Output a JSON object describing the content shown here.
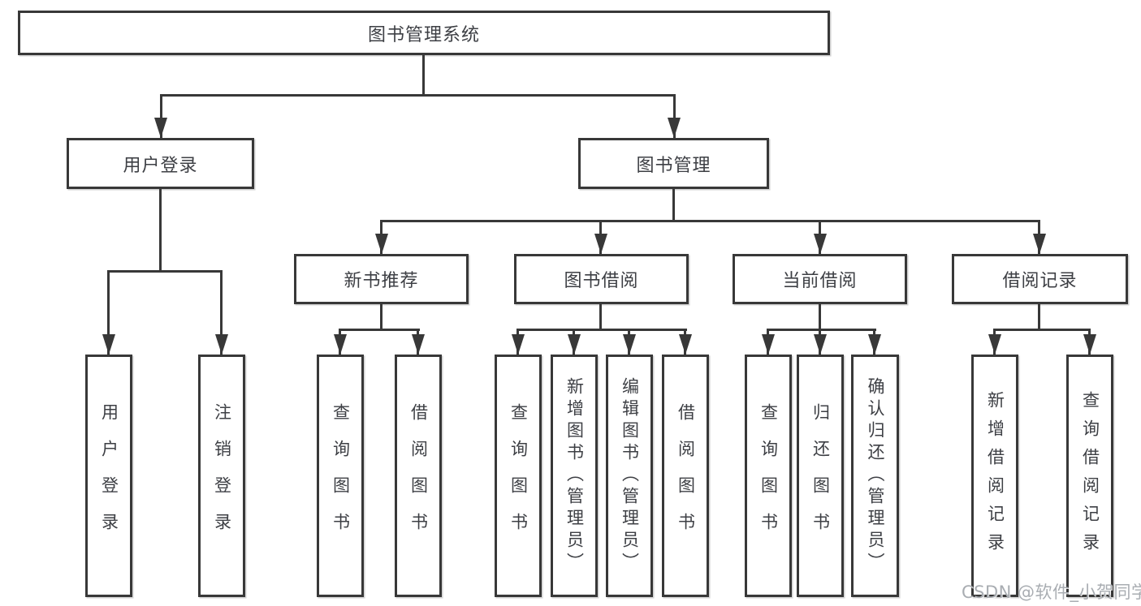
{
  "diagram": {
    "root": {
      "label": "图书管理系统"
    },
    "level2": [
      {
        "label": "用户登录"
      },
      {
        "label": "图书管理"
      }
    ],
    "level3": [
      {
        "label": "新书推荐"
      },
      {
        "label": "图书借阅"
      },
      {
        "label": "当前借阅"
      },
      {
        "label": "借阅记录"
      }
    ],
    "leaves": {
      "user_login": [
        {
          "label": "用户登录"
        },
        {
          "label": "注销登录"
        }
      ],
      "new_books": [
        {
          "label": "查询图书"
        },
        {
          "label": "借阅图书"
        }
      ],
      "borrowing": [
        {
          "label": "查询图书"
        },
        {
          "label": "新增图书（管理员）"
        },
        {
          "label": "编辑图书（管理员）"
        },
        {
          "label": "借阅图书"
        }
      ],
      "current": [
        {
          "label": "查询图书"
        },
        {
          "label": "归还图书"
        },
        {
          "label": "确认归还（管理员）"
        }
      ],
      "records": [
        {
          "label": "新增借阅记录"
        },
        {
          "label": "查询借阅记录"
        }
      ]
    },
    "watermark": "CSDN @软件_小贺同学",
    "colors": {
      "line": "#383838",
      "text": "#3d3f44",
      "watermark": "#a9adb2",
      "background": "#ffffff"
    }
  }
}
